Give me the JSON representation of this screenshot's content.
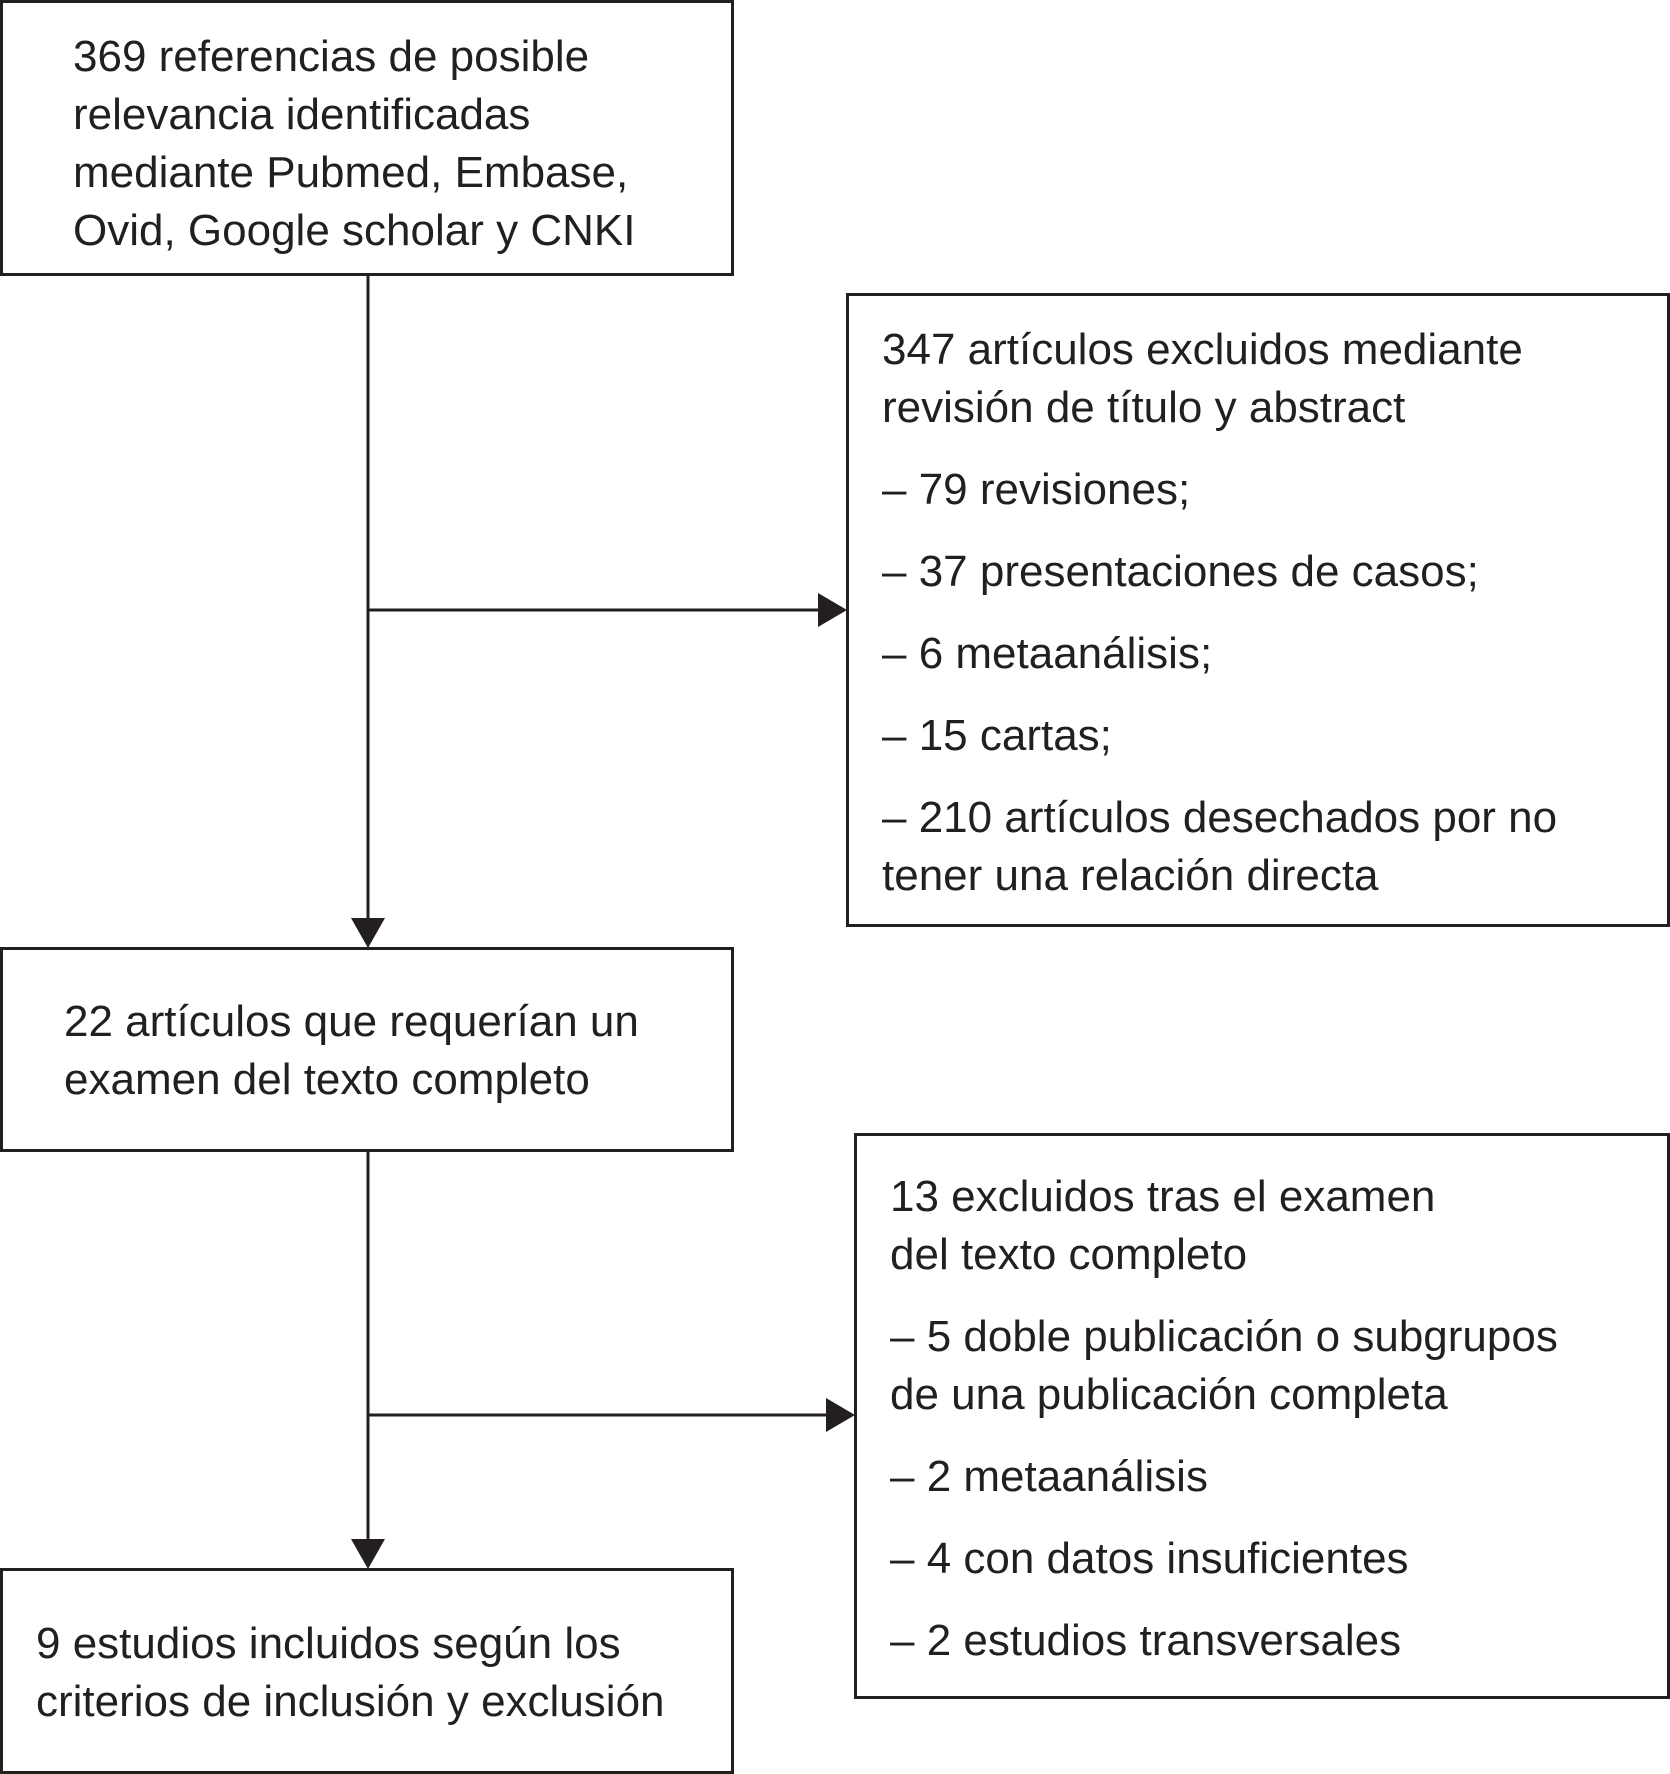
{
  "flow": {
    "identified": {
      "lines": [
        "369 referencias de posible",
        "relevancia identificadas",
        "mediante Pubmed, Embase,",
        "Ovid, Google scholar y CNKI"
      ]
    },
    "excluded_screening": {
      "heading": [
        "347 artículos excluidos mediante",
        "revisión de título y abstract"
      ],
      "items": [
        [
          "– 79 revisiones;"
        ],
        [
          "– 37 presentaciones de casos;"
        ],
        [
          "– 6 metaanálisis;"
        ],
        [
          "– 15 cartas;"
        ],
        [
          "– 210 artículos desechados por no",
          "tener una relación directa"
        ]
      ]
    },
    "full_text": {
      "lines": [
        "22 artículos que requerían un",
        "examen del texto completo"
      ]
    },
    "excluded_full_text": {
      "heading": [
        "13 excluidos tras el examen",
        "del texto completo"
      ],
      "items": [
        [
          "– 5 doble publicación o subgrupos",
          "de una publicación completa"
        ],
        [
          "– 2 metaanálisis"
        ],
        [
          "– 4 con datos insuficientes"
        ],
        [
          "– 2 estudios transversales"
        ]
      ]
    },
    "included": {
      "lines": [
        "9 estudios incluidos según los",
        "criterios de inclusión y exclusión"
      ]
    }
  }
}
